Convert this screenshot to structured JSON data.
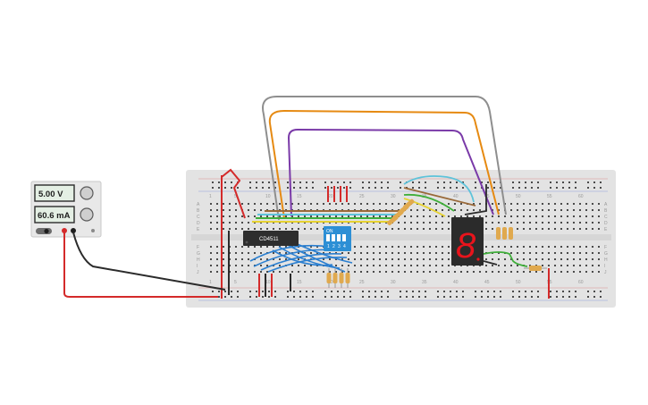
{
  "power_supply": {
    "voltage_display": "5.00 V",
    "current_display": "60.6 mA"
  },
  "breadboard": {
    "column_labels": [
      "1",
      "5",
      "10",
      "15",
      "20",
      "25",
      "30",
      "35",
      "40",
      "45",
      "50",
      "55",
      "60"
    ],
    "row_labels_top": [
      "A",
      "B",
      "C",
      "D",
      "E"
    ],
    "row_labels_bottom": [
      "F",
      "G",
      "H",
      "I",
      "J"
    ]
  },
  "ic_chip": {
    "label": "CD4511"
  },
  "dip_switch": {
    "label": "ON",
    "switch_numbers": [
      "1",
      "2",
      "3",
      "4"
    ]
  },
  "seven_segment": {
    "digit": "8"
  },
  "colors": {
    "breadboard": "#e3e3e3",
    "wire_red": "#d42a2a",
    "wire_black": "#2b2b2b",
    "wire_orange": "#e68a12",
    "wire_purple": "#7a3aa8",
    "wire_gray": "#8e8e8e",
    "wire_brown": "#9a6a3a",
    "wire_green": "#3fae3a",
    "wire_yellow": "#e6d231",
    "wire_cyan": "#5ec3da",
    "wire_blue": "#2b7fd0",
    "display_segment": "#e8141c",
    "dip_blue": "#2d8fd5"
  }
}
